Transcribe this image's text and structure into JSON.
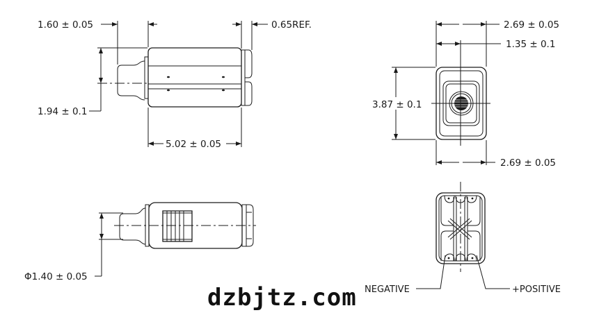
{
  "drawing": {
    "side_view": {
      "dims": {
        "plug_length": "1.60 ± 0.05",
        "ref_length": "0.65REF.",
        "height": "1.94 ± 0.1",
        "body_length": "5.02 ± 0.05"
      }
    },
    "front_view": {
      "dims": {
        "width_top": "2.69 ± 0.05",
        "center_offset": "1.35 ± 0.1",
        "height": "3.87 ± 0.1",
        "width_bottom": "2.69 ± 0.05"
      }
    },
    "top_view": {
      "dims": {
        "diameter": "Φ1.40 ± 0.05"
      }
    },
    "rear_view": {
      "labels": {
        "negative": "NEGATIVE",
        "positive": "+POSITIVE"
      }
    }
  },
  "watermark": "dzbjtz.com"
}
